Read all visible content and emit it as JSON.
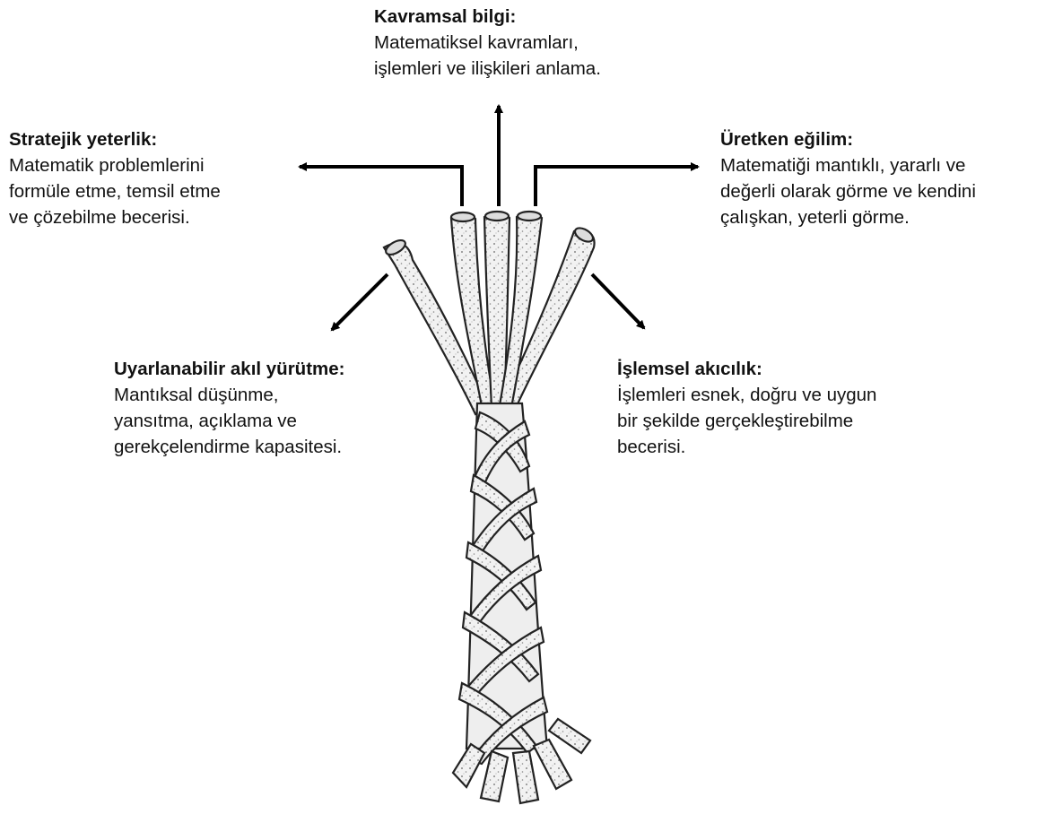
{
  "concept": {
    "title": "Kavramsal bilgi:",
    "lines": [
      "Matematiksel kavramları,",
      "işlemleri ve ilişkileri anlama."
    ]
  },
  "strategic": {
    "title": "Stratejik yeterlik:",
    "lines": [
      "Matematik problemlerini",
      "formüle etme, temsil etme",
      "ve çözebilme becerisi."
    ]
  },
  "disposition": {
    "title": "Üretken eğilim:",
    "lines": [
      "Matematiği mantıklı, yararlı ve",
      "değerli olarak görme ve kendini",
      "çalışkan, yeterli görme."
    ]
  },
  "reasoning": {
    "title": "Uyarlanabilir akıl yürütme:",
    "lines": [
      "Mantıksal düşünme,",
      "yansıtma, açıklama ve",
      "gerekçelendirme kapasitesi."
    ]
  },
  "fluency": {
    "title": "İşlemsel akıcılık:",
    "lines": [
      "İşlemleri esnek, doğru ve uygun",
      "bir şekilde gerçekleştirebilme",
      "becerisi."
    ]
  }
}
